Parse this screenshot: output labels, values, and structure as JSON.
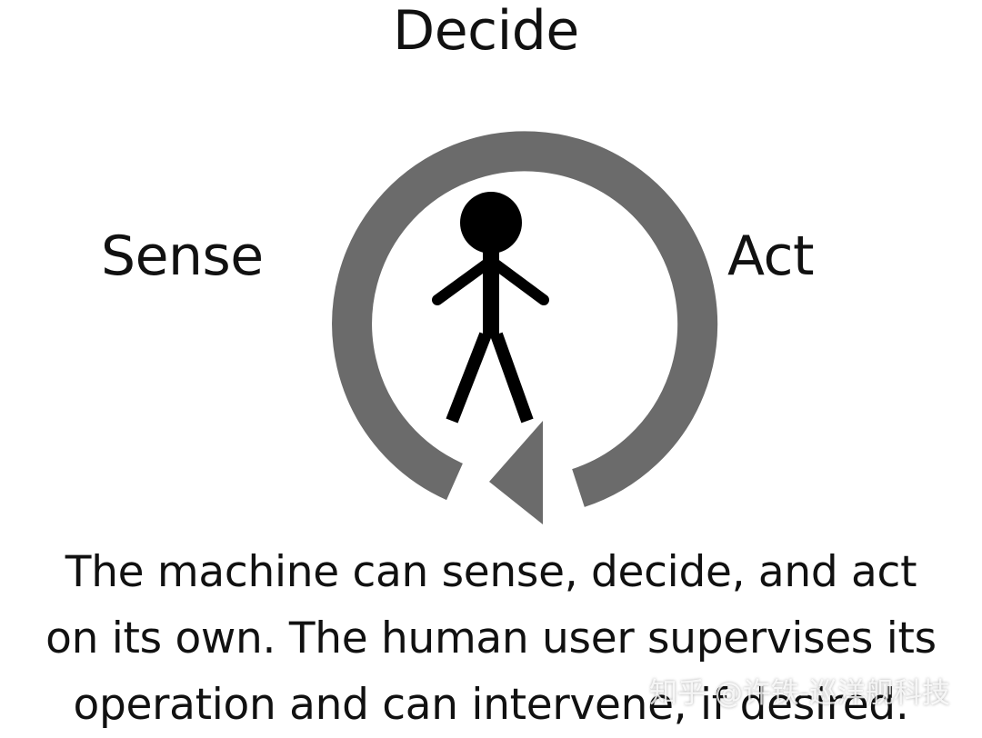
{
  "labels": {
    "decide": "Decide",
    "sense": "Sense",
    "act": "Act"
  },
  "caption": {
    "lines": [
      "The machine can sense, decide, and act",
      "on its own. The human user supervises its",
      "operation and can intervene, if desired."
    ]
  },
  "watermark": "知乎 @许铁-巡洋舰科技",
  "colors": {
    "cycle_arrow": "#6b6b6b",
    "figure": "#000000",
    "text": "#111111",
    "background": "#ffffff"
  },
  "icons": {
    "cycle": "circular-arrow-icon",
    "human": "stick-figure-icon"
  }
}
